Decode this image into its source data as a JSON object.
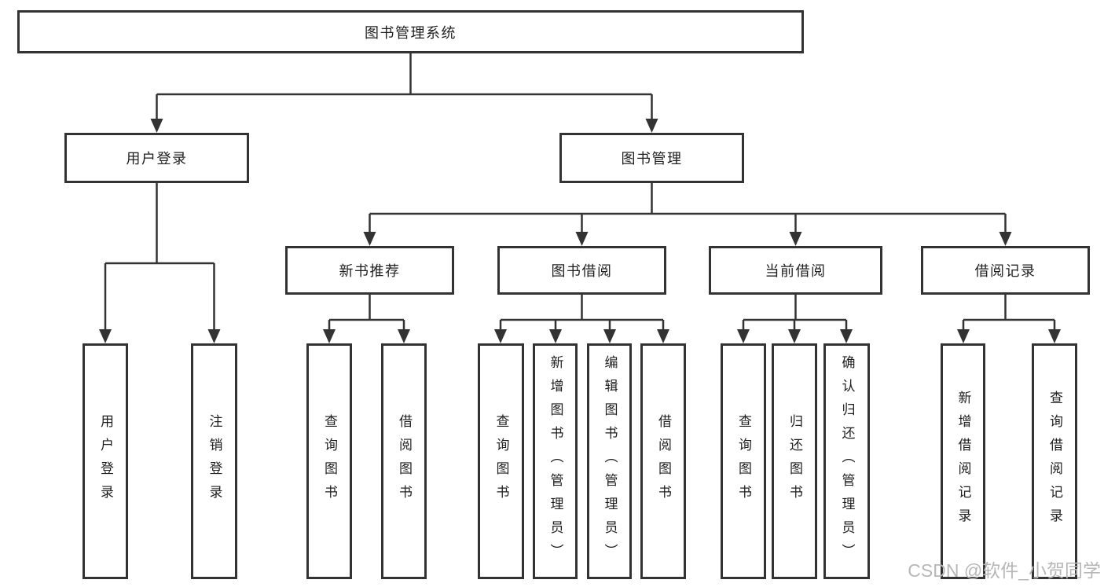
{
  "diagram": {
    "title": "图书管理系统",
    "type": "hierarchy-tree",
    "colors": {
      "line": "#333333",
      "box_border": "#333333",
      "box_background": "#ffffff",
      "text": "#1f1f1f",
      "watermark": "#b7b7b7"
    },
    "nodes": [
      {
        "id": "root",
        "label": "图书管理系统",
        "level": 1,
        "parent": null
      },
      {
        "id": "user-login",
        "label": "用户登录",
        "level": 2,
        "parent": "root"
      },
      {
        "id": "book-management",
        "label": "图书管理",
        "level": 2,
        "parent": "root"
      },
      {
        "id": "new-book-recommend",
        "label": "新书推荐",
        "level": 3,
        "parent": "book-management"
      },
      {
        "id": "book-borrow",
        "label": "图书借阅",
        "level": 3,
        "parent": "book-management"
      },
      {
        "id": "current-borrow",
        "label": "当前借阅",
        "level": 3,
        "parent": "book-management"
      },
      {
        "id": "borrow-records",
        "label": "借阅记录",
        "level": 3,
        "parent": "book-management"
      },
      {
        "id": "leaf-user-login",
        "label": "用户登录",
        "level": 4,
        "parent": "user-login"
      },
      {
        "id": "leaf-logout",
        "label": "注销登录",
        "level": 4,
        "parent": "user-login"
      },
      {
        "id": "leaf-query-book-a",
        "label": "查询图书",
        "level": 4,
        "parent": "new-book-recommend"
      },
      {
        "id": "leaf-borrow-book-a",
        "label": "借阅图书",
        "level": 4,
        "parent": "new-book-recommend"
      },
      {
        "id": "leaf-query-book-b",
        "label": "查询图书",
        "level": 4,
        "parent": "book-borrow"
      },
      {
        "id": "leaf-add-book",
        "label": "新增图书（管理员）",
        "level": 4,
        "parent": "book-borrow"
      },
      {
        "id": "leaf-edit-book",
        "label": "编辑图书（管理员）",
        "level": 4,
        "parent": "book-borrow"
      },
      {
        "id": "leaf-borrow-book-b",
        "label": "借阅图书",
        "level": 4,
        "parent": "book-borrow"
      },
      {
        "id": "leaf-query-book-c",
        "label": "查询图书",
        "level": 4,
        "parent": "current-borrow"
      },
      {
        "id": "leaf-return-book",
        "label": "归还图书",
        "level": 4,
        "parent": "current-borrow"
      },
      {
        "id": "leaf-confirm-return",
        "label": "确认归还（管理员）",
        "level": 4,
        "parent": "current-borrow"
      },
      {
        "id": "leaf-add-borrow-record",
        "label": "新增借阅记录",
        "level": 4,
        "parent": "borrow-records"
      },
      {
        "id": "leaf-query-borrow-record",
        "label": "查询借阅记录",
        "level": 4,
        "parent": "borrow-records"
      }
    ],
    "watermark": "CSDN @软件_小贺同学"
  }
}
